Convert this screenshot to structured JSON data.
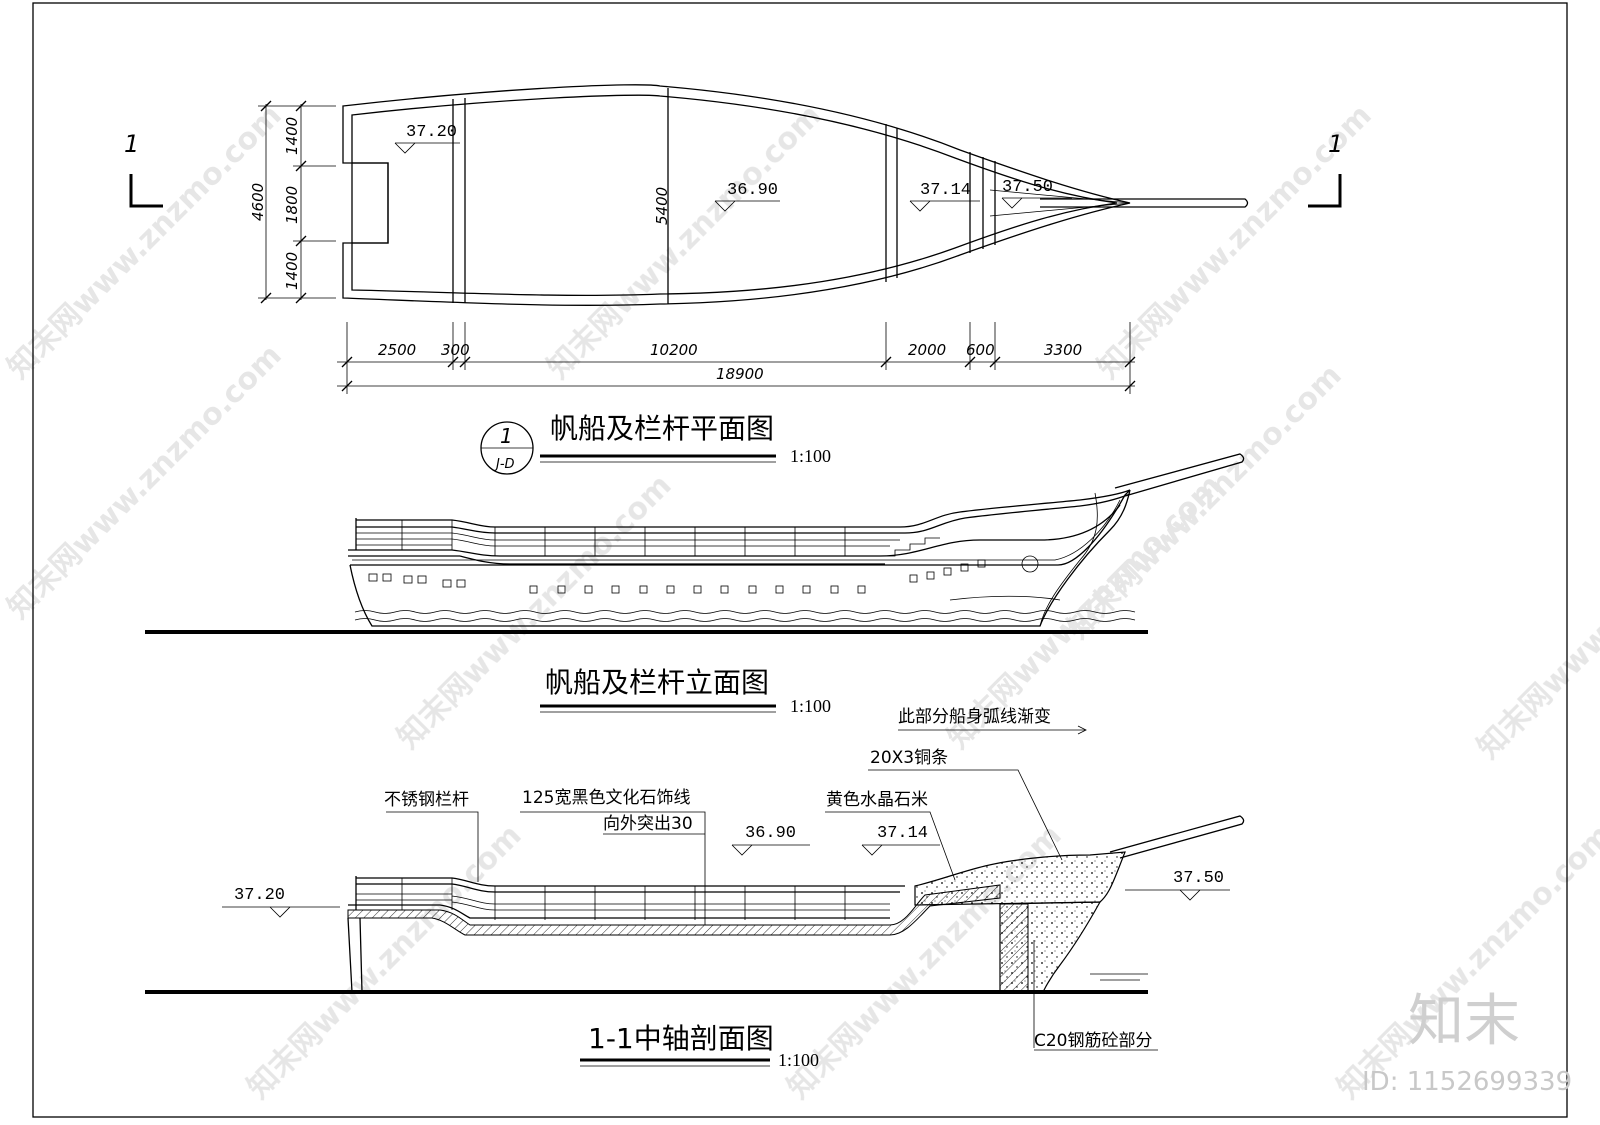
{
  "plan": {
    "title": "帆船及栏杆平面图",
    "scale": "1:100",
    "ref_number": "1",
    "ref_sheet": "J-D",
    "section_mark_left": "1",
    "section_mark_right": "1",
    "dim_bottom": [
      "2500",
      "300",
      "10200",
      "2000",
      "600",
      "3300"
    ],
    "dim_total": "18900",
    "dim_left": [
      "1400",
      "1800",
      "1400"
    ],
    "dim_left_total": "4600",
    "dim_mid": "5400",
    "elevations": [
      "37.20",
      "36.90",
      "37.14",
      "37.50"
    ]
  },
  "elevation_view": {
    "title": "帆船及栏杆立面图",
    "scale": "1:100"
  },
  "section": {
    "title": "1-1中轴剖面图",
    "scale": "1:100",
    "notes": {
      "hull_curve": "此部分船身弧线渐变",
      "copper": "20X3铜条",
      "stone": "黄色水晶石米",
      "railing": "不锈钢栏杆",
      "trim_1": "125宽黑色文化石饰线",
      "trim_2": "向外突出30",
      "concrete": "C20钢筋砼部分"
    },
    "elevations": {
      "left": "37.20",
      "mid": "36.90",
      "stern": "37.14",
      "right": "37.50"
    }
  },
  "branding": {
    "logo": "知末",
    "id_text": "ID: 1152699339",
    "watermark": "知末网www.znzmo.com"
  }
}
